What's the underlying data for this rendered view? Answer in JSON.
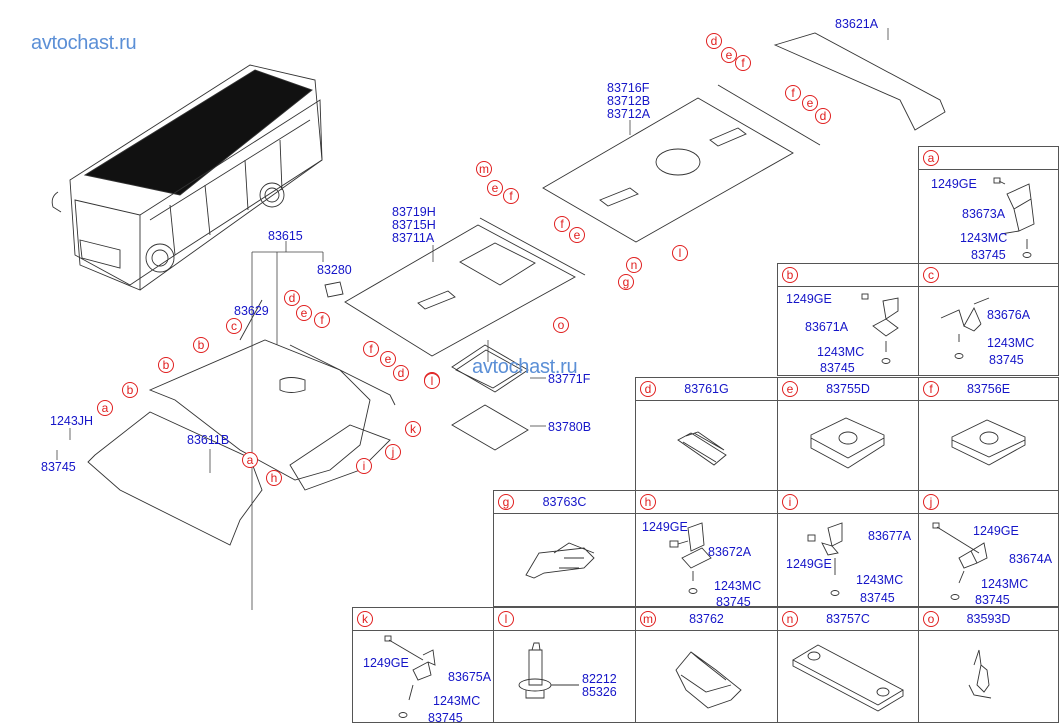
{
  "watermark": "avtochast.ru",
  "main_diagram": {
    "labels": {
      "p83615": "83615",
      "p83280": "83280",
      "p83629": "83629",
      "p83611B": "83611B",
      "p1243JH": "1243JH",
      "p83745": "83745",
      "front_headliner": [
        "83719H",
        "83715H",
        "83711A"
      ],
      "rear_headliner": [
        "83716F",
        "83712B",
        "83712A"
      ],
      "p83621A": "83621A",
      "p83771F": "83771F",
      "p83780B": "83780B"
    },
    "refs": {
      "rear_rail": [
        "b",
        "b",
        "c",
        "b",
        "a",
        "a",
        "h",
        "d",
        "e",
        "f",
        "f",
        "e",
        "d",
        "k",
        "j",
        "i",
        "l"
      ],
      "front_rail": [
        "m",
        "e",
        "f",
        "f",
        "e",
        "n",
        "g",
        "o",
        "l"
      ],
      "top_rail": [
        "d",
        "e",
        "f",
        "f",
        "e",
        "d",
        "l"
      ]
    }
  },
  "detail_table": [
    {
      "ref": "a",
      "code": "",
      "parts": [
        "1249GE",
        "83673A",
        "1243MC",
        "83745"
      ]
    },
    {
      "ref": "b",
      "code": "",
      "parts": [
        "1249GE",
        "83671A",
        "1243MC",
        "83745"
      ]
    },
    {
      "ref": "c",
      "code": "",
      "parts": [
        "83676A",
        "1243MC",
        "83745"
      ]
    },
    {
      "ref": "d",
      "code": "83761G",
      "parts": []
    },
    {
      "ref": "e",
      "code": "83755D",
      "parts": []
    },
    {
      "ref": "f",
      "code": "83756E",
      "parts": []
    },
    {
      "ref": "g",
      "code": "83763C",
      "parts": []
    },
    {
      "ref": "h",
      "code": "",
      "parts": [
        "1249GE",
        "83672A",
        "1243MC",
        "83745"
      ]
    },
    {
      "ref": "i",
      "code": "",
      "parts": [
        "83677A",
        "1249GE",
        "1243MC",
        "83745"
      ]
    },
    {
      "ref": "j",
      "code": "",
      "parts": [
        "1249GE",
        "83674A",
        "1243MC",
        "83745"
      ]
    },
    {
      "ref": "k",
      "code": "",
      "parts": [
        "1249GE",
        "83675A",
        "1243MC",
        "83745"
      ]
    },
    {
      "ref": "l",
      "code": "",
      "parts": [
        "82212",
        "85326"
      ]
    },
    {
      "ref": "m",
      "code": "83762",
      "parts": []
    },
    {
      "ref": "n",
      "code": "83757C",
      "parts": []
    },
    {
      "ref": "o",
      "code": "83593D",
      "parts": []
    }
  ]
}
